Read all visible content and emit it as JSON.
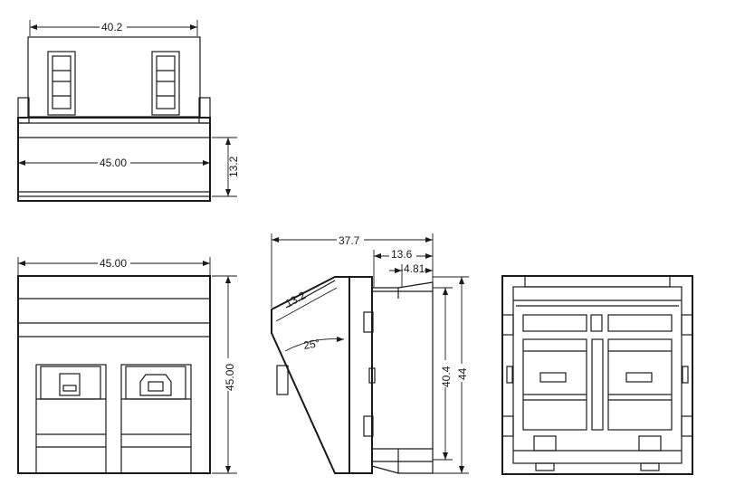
{
  "dimensions": {
    "top_width": "40.2",
    "top_base_width": "45.00",
    "top_height": "13.2",
    "front_width": "45.00",
    "front_height": "45.00",
    "side_total": "37.7",
    "side_depth": "13.6",
    "side_step": "4.81",
    "side_slant": "13.2",
    "side_angle": "25°",
    "side_height_inner": "40.4",
    "side_height_outer": "44"
  }
}
